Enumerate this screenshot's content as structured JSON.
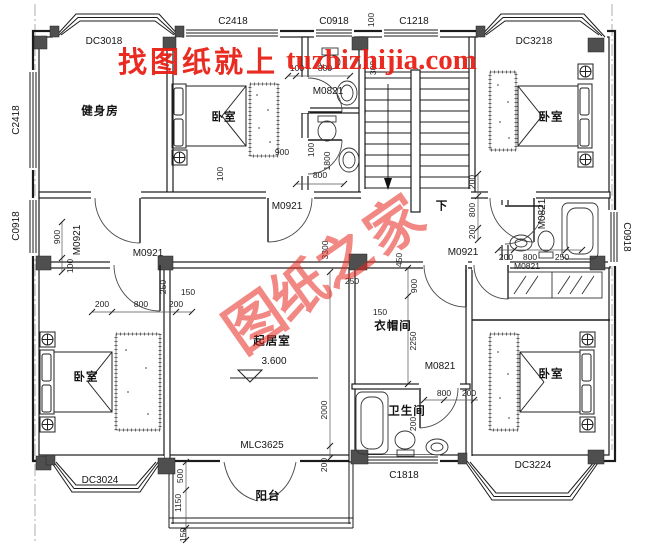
{
  "watermarks": {
    "top_prefix": "找图纸就上",
    "top_site": "tuzhizhijia.com",
    "diag_1": "图",
    "diag_2": "纸",
    "diag_3": "之",
    "diag_4": "家"
  },
  "rooms": {
    "gym": "健身房",
    "bedroom": "卧室",
    "living": "起居室",
    "cloakroom": "衣帽间",
    "bathroom": "卫生间",
    "balcony": "阳台",
    "down": "下",
    "level": "3.600"
  },
  "openings": {
    "dc3018": "DC3018",
    "dc3218": "DC3218",
    "dc3024": "DC3024",
    "dc3224": "DC3224",
    "c2418": "C2418",
    "c0918": "C0918",
    "c1218": "C1218",
    "c1818": "C1818",
    "m0921": "M0921",
    "m0821": "M0821",
    "mlc3625": "MLC3625"
  },
  "dims": {
    "d100": "100",
    "d150": "150",
    "d200": "200",
    "d250": "250",
    "d300": "300",
    "d450": "450",
    "d500": "500",
    "d800": "800",
    "d900": "900",
    "d1150": "1150",
    "d1800": "1800",
    "d2000": "2000",
    "d2250": "2250",
    "d3300": "3300"
  },
  "colors": {
    "watermark_red": "#e81c12",
    "wall": "#1b1b1b",
    "column": "#4f4f4f"
  }
}
